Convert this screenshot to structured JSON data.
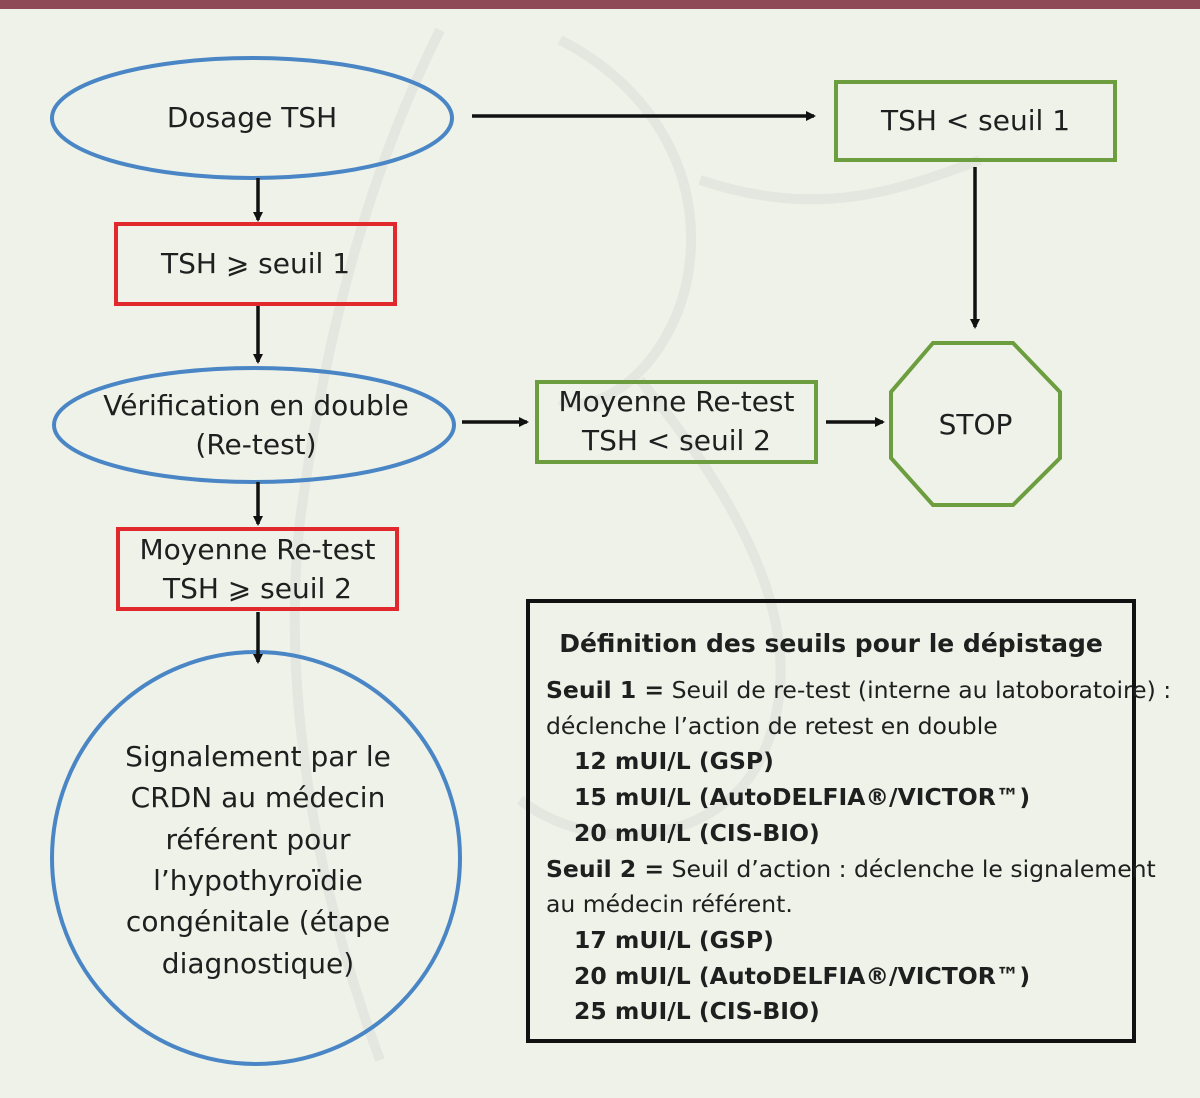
{
  "nodes": {
    "dosage": "Dosage TSH",
    "tsh_ge_s1": "TSH ⩾ seuil 1",
    "tsh_lt_s1": "TSH < seuil 1",
    "verif": "Vérification en double\n(Re-test)",
    "moy_lt_s2": "Moyenne Re-test\nTSH < seuil 2",
    "stop": "STOP",
    "moy_ge_s2": "Moyenne Re-test\nTSH ⩾ seuil 2",
    "signalement": "Signalement par le\nCRDN au médecin\nréférent pour\nl’hypothyroïdie\ncongénitale (étape\ndiagnostique)"
  },
  "legend": {
    "title": "Définition des seuils pour le dépistage",
    "seuil1_label": "Seuil 1 =",
    "seuil1_text": " Seuil de re-test (interne au latoboratoire) :",
    "seuil1_text2": "déclenche l’action de retest en double",
    "seuil1_values": [
      "12 mUI/L (GSP)",
      "15 mUI/L (AutoDELFIA®/VICTOR™)",
      "20 mUI/L (CIS-BIO)"
    ],
    "seuil2_label": "Seuil 2 =",
    "seuil2_text": " Seuil d’action : déclenche le signalement",
    "seuil2_text2": "au médecin référent.",
    "seuil2_values": [
      "17 mUI/L (GSP)",
      "20 mUI/L (AutoDELFIA®/VICTOR™)",
      "25 mUI/L (CIS-BIO)"
    ]
  },
  "colors": {
    "blue": "#4a86c5",
    "red": "#e0282d",
    "green": "#6c9d3e",
    "arrow": "#111111",
    "bar": "#8f4a57"
  }
}
